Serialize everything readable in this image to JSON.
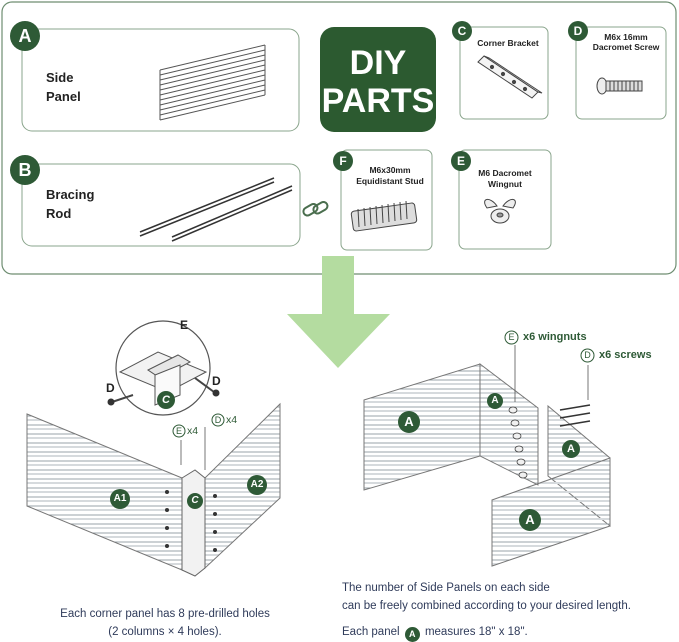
{
  "colors": {
    "badge": "#2e5a36",
    "diy_bg": "#2c5a30",
    "arrow": "#b4dca0",
    "outline": "#8aa58c"
  },
  "diy": {
    "line1": "DIY",
    "line2": "PARTS"
  },
  "parts": {
    "a": {
      "badge": "A",
      "label1": "Side",
      "label2": "Panel"
    },
    "b": {
      "badge": "B",
      "label1": "Bracing",
      "label2": "Rod"
    },
    "c": {
      "badge": "C",
      "label": "Corner Bracket"
    },
    "d": {
      "badge": "D",
      "label1": "M6x 16mm",
      "label2": "Dacromet Screw"
    },
    "e": {
      "badge": "E",
      "label1": "M6 Dacromet",
      "label2": "Wingnut"
    },
    "f": {
      "badge": "F",
      "label1": "M6x30mm",
      "label2": "Equidistant Stud"
    }
  },
  "left_assembly": {
    "label_e": "E",
    "label_d1": "D",
    "label_d2": "D",
    "bracket_badge": "C",
    "center_badge": "C",
    "small_e": "E",
    "small_d": "D",
    "e_count": "x4",
    "d_count": "x4",
    "panel_a1": "A1",
    "panel_a2": "A2",
    "caption1": "Each corner panel has 8 pre-drilled holes",
    "caption2": "(2 columns × 4 holes)."
  },
  "right_assembly": {
    "wingnut_badge": "E",
    "wingnut_text": "x6 wingnuts",
    "screw_badge": "D",
    "screw_text": "x6 screws",
    "panel_badge": "A",
    "caption1": "The number of Side Panels on each side",
    "caption2": "can be freely combined according to your desired length.",
    "caption3_pre": "Each panel",
    "caption3_badge": "A",
    "caption3_post": "measures 18\" x 18\"."
  }
}
